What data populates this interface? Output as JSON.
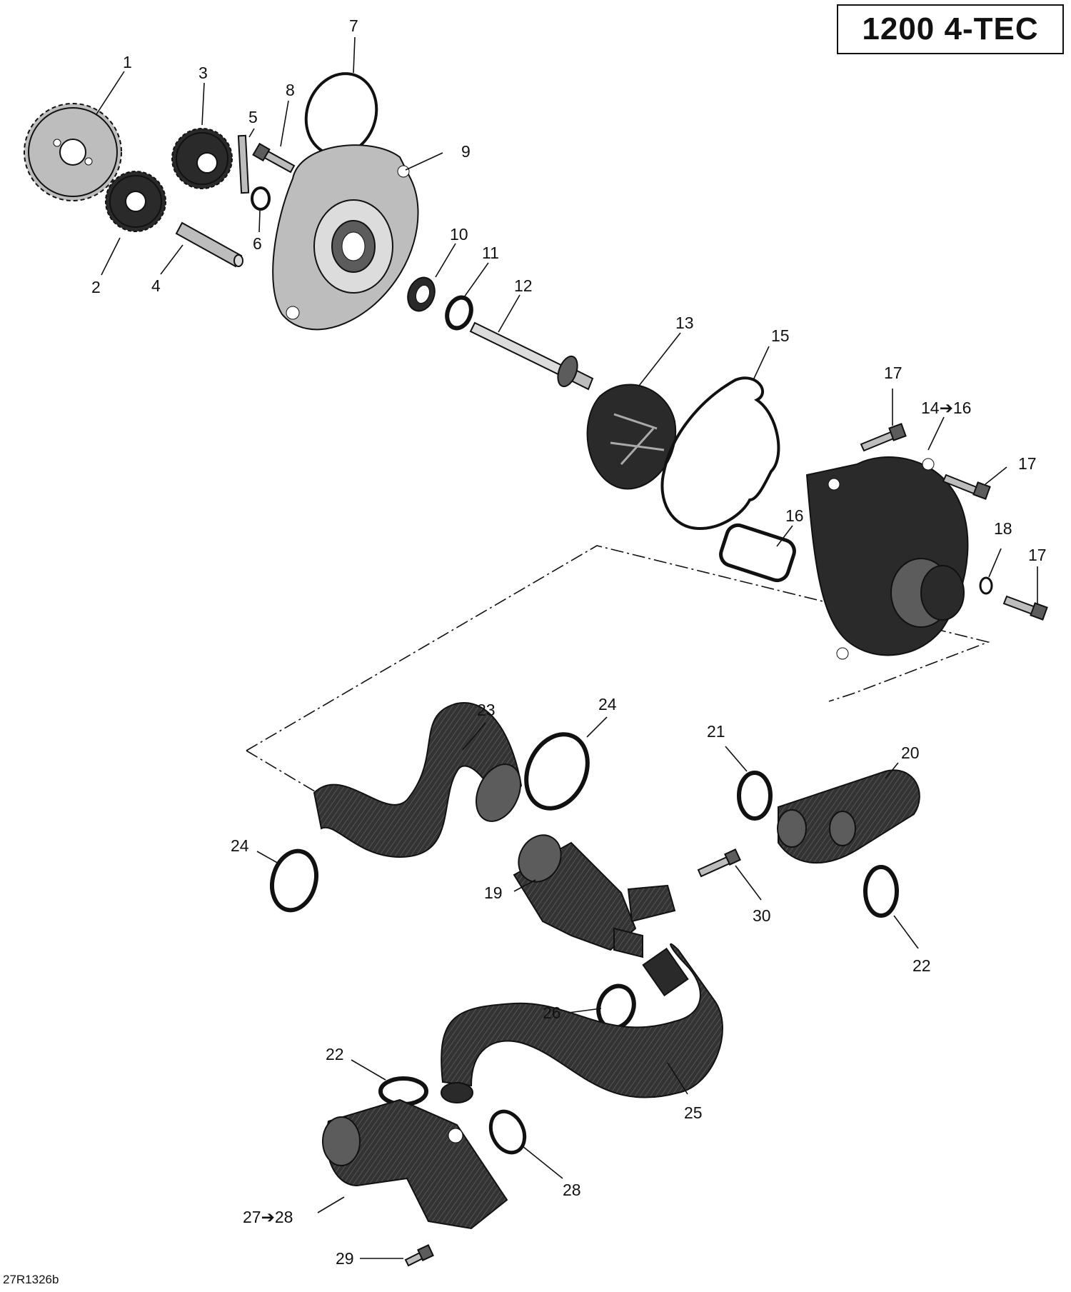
{
  "title": "1200 4-TEC",
  "reference_code": "27R1326b",
  "callouts": [
    {
      "id": "c1",
      "text": "1"
    },
    {
      "id": "c2",
      "text": "2"
    },
    {
      "id": "c3",
      "text": "3"
    },
    {
      "id": "c4",
      "text": "4"
    },
    {
      "id": "c5",
      "text": "5"
    },
    {
      "id": "c6",
      "text": "6"
    },
    {
      "id": "c7",
      "text": "7"
    },
    {
      "id": "c8",
      "text": "8"
    },
    {
      "id": "c9",
      "text": "9"
    },
    {
      "id": "c10",
      "text": "10"
    },
    {
      "id": "c11",
      "text": "11"
    },
    {
      "id": "c12",
      "text": "12"
    },
    {
      "id": "c13",
      "text": "13"
    },
    {
      "id": "c14",
      "text": "14➔16"
    },
    {
      "id": "c15",
      "text": "15"
    },
    {
      "id": "c16",
      "text": "16"
    },
    {
      "id": "c17a",
      "text": "17"
    },
    {
      "id": "c17b",
      "text": "17"
    },
    {
      "id": "c17c",
      "text": "17"
    },
    {
      "id": "c18",
      "text": "18"
    },
    {
      "id": "c19",
      "text": "19"
    },
    {
      "id": "c20",
      "text": "20"
    },
    {
      "id": "c21",
      "text": "21"
    },
    {
      "id": "c22a",
      "text": "22"
    },
    {
      "id": "c22b",
      "text": "22"
    },
    {
      "id": "c23",
      "text": "23"
    },
    {
      "id": "c24a",
      "text": "24"
    },
    {
      "id": "c24b",
      "text": "24"
    },
    {
      "id": "c25",
      "text": "25"
    },
    {
      "id": "c26",
      "text": "26"
    },
    {
      "id": "c27",
      "text": "27➔28"
    },
    {
      "id": "c28",
      "text": "28"
    },
    {
      "id": "c29",
      "text": "29"
    },
    {
      "id": "c30",
      "text": "30"
    }
  ]
}
